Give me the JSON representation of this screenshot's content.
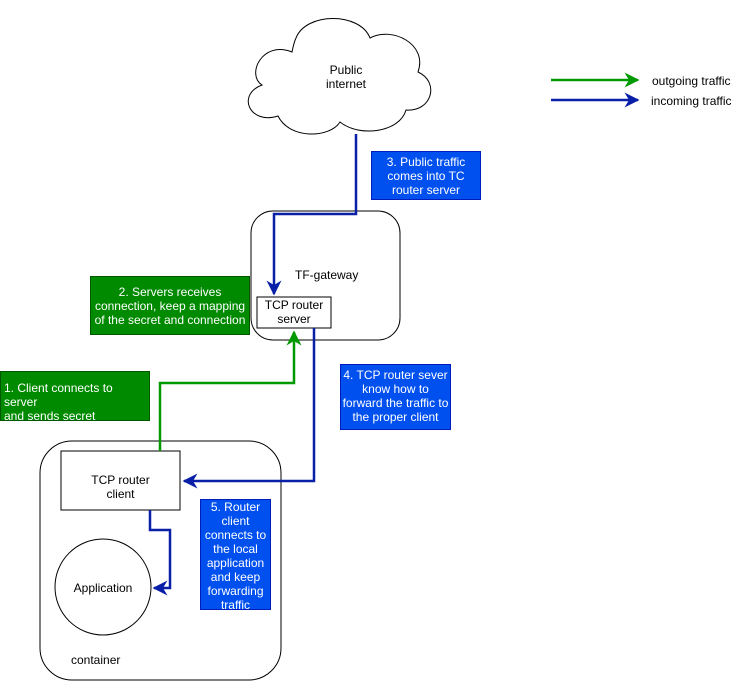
{
  "colors": {
    "outgoing": "#009900",
    "incoming": "#0a1fa8",
    "note_green": "#008a00",
    "note_blue": "#0050ef"
  },
  "nodes": {
    "cloud": "Public\ninternet",
    "gateway": "TF-gateway",
    "router_server": "TCP router\nserver",
    "router_client": "TCP router\nclient",
    "application": "Application",
    "container": "container"
  },
  "legend": {
    "outgoing": "outgoing traffic",
    "incoming": "incoming traffic"
  },
  "notes": {
    "step1": "1. Client connects to\nserver\nand sends secret",
    "step2": "2. Servers receives\nconnection, keep a mapping\nof the secret and connection",
    "step3": "3. Public traffic\ncomes into TC\nrouter server",
    "step4": "4. TCP router sever\nknow how to\nforward the traffic to\nthe proper client",
    "step5": "5. Router\nclient\nconnects to\nthe local\napplication\nand keep\nforwarding\ntraffic"
  }
}
